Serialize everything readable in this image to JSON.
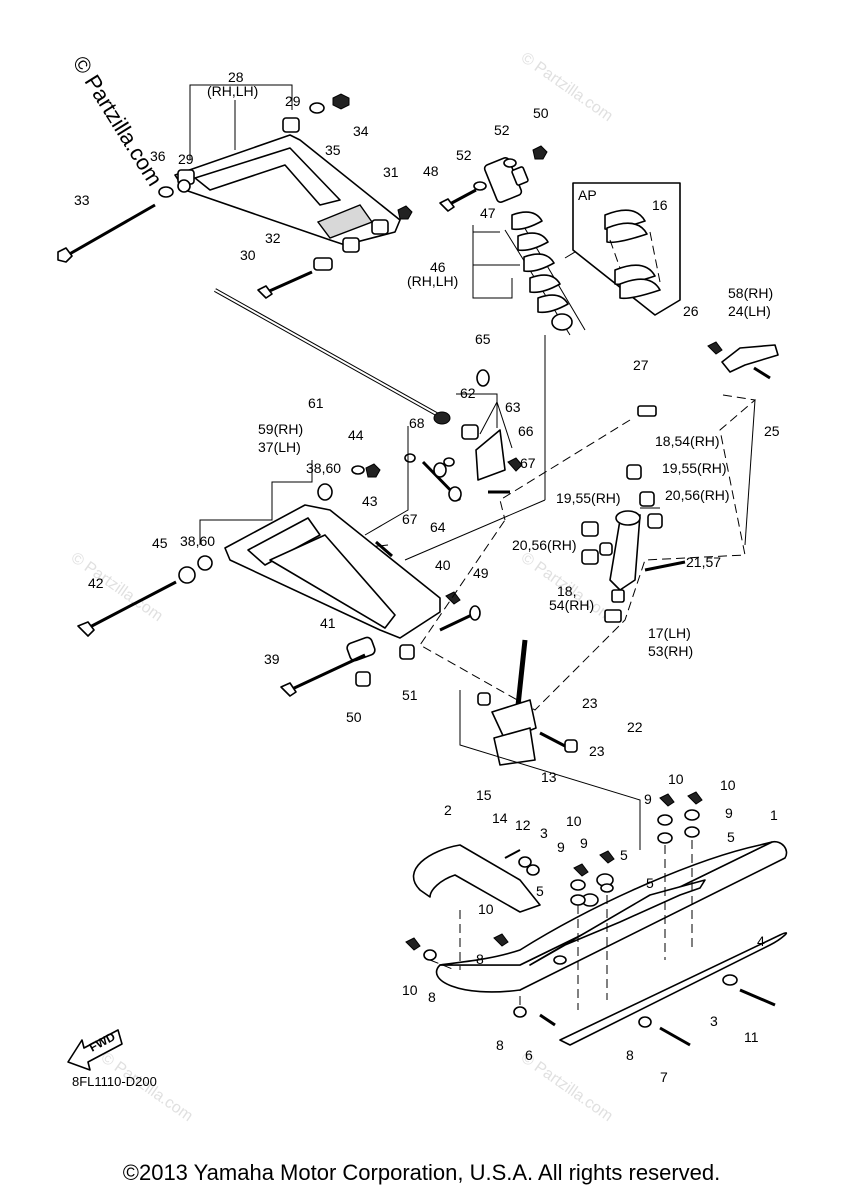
{
  "brand_watermark": "© Partzilla.com",
  "faint_watermark": "© Partzilla.com",
  "diagram_code": "8FL1110-D200",
  "fwd_label": "FWD",
  "ap_label": "AP",
  "copyright": "©2013 Yamaha Motor Corporation, U.S.A. All rights reserved.",
  "callouts": {
    "c28": "28",
    "c28s": "(RH,LH)",
    "c29a": "29",
    "c29b": "29",
    "c34": "34",
    "c35": "35",
    "c36": "36",
    "c33": "33",
    "c31": "31",
    "c32": "32",
    "c30": "30",
    "c50a": "50",
    "c52a": "52",
    "c52b": "52",
    "c48": "48",
    "c47": "47",
    "c46": "46",
    "c46s": "(RH,LH)",
    "c16": "16",
    "c58": "58(RH)",
    "c24": "24(LH)",
    "c26": "26",
    "c25": "25",
    "c61": "61",
    "c65": "65",
    "c62": "62",
    "c63": "63",
    "c66": "66",
    "c67a": "67",
    "c67b": "67",
    "c68": "68",
    "c64": "64",
    "c27": "27",
    "c1854a": "18,54(RH)",
    "c1955a": "19,55(RH)",
    "c2056a": "20,56(RH)",
    "c1955b": "19,55(RH)",
    "c2056b": "20,56(RH)",
    "c2157": "21,57",
    "c18": "18,",
    "c54": "54(RH)",
    "c17": "17(LH)",
    "c53": "53(RH)",
    "c59": "59(RH)",
    "c37": "37(LH)",
    "c44": "44",
    "c3860a": "38,60",
    "c43": "43",
    "c3860b": "38,60",
    "c45": "45",
    "c42": "42",
    "c40": "40",
    "c49": "49",
    "c41": "41",
    "c39": "39",
    "c50b": "50",
    "c51": "51",
    "c23a": "23",
    "c23b": "23",
    "c22": "22",
    "c13": "13",
    "c15": "15",
    "c2": "2",
    "c14": "14",
    "c12": "12",
    "c3a": "3",
    "c10a": "10",
    "c9a": "9",
    "c9b": "9",
    "c5a": "5",
    "c5b": "5",
    "c10b": "10",
    "c9c": "9",
    "c10c": "10",
    "c9d": "9",
    "c5c": "5",
    "c5d": "5",
    "c1": "1",
    "c4": "4",
    "c10d": "10",
    "c8a": "8",
    "c10e": "10",
    "c8b": "8",
    "c8c": "8",
    "c6": "6",
    "c8d": "8",
    "c7": "7",
    "c3b": "3",
    "c11": "11"
  }
}
